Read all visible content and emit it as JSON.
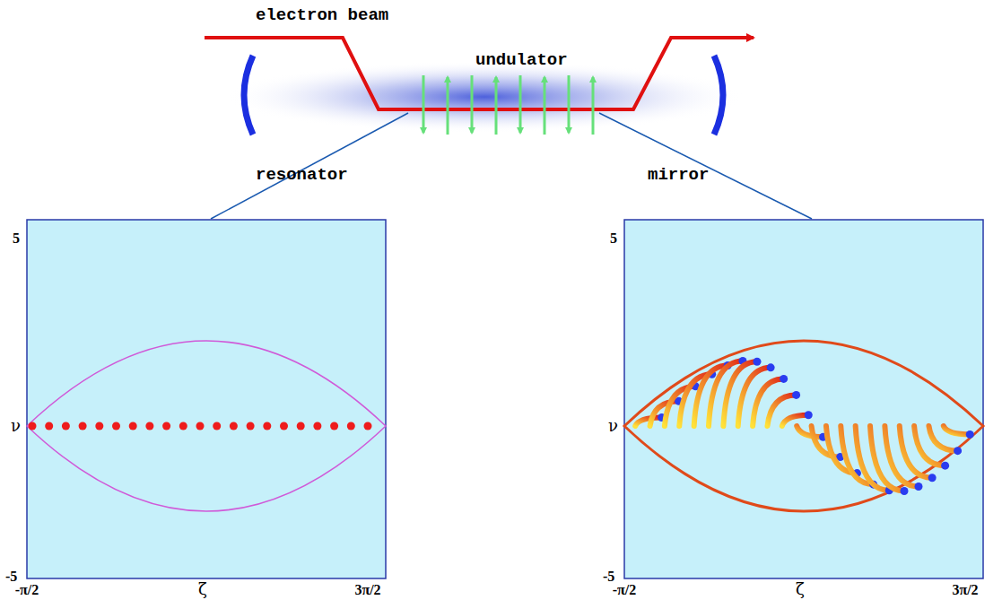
{
  "diagram": {
    "labels": [
      "electron beam",
      "undulator",
      "resonator",
      "mirror",
      "5",
      "ν",
      "-5",
      "-π/2",
      "ζ",
      "3π/2",
      "5",
      "ν",
      "-5",
      "-π/2",
      "ζ",
      "3π/2"
    ]
  }
}
